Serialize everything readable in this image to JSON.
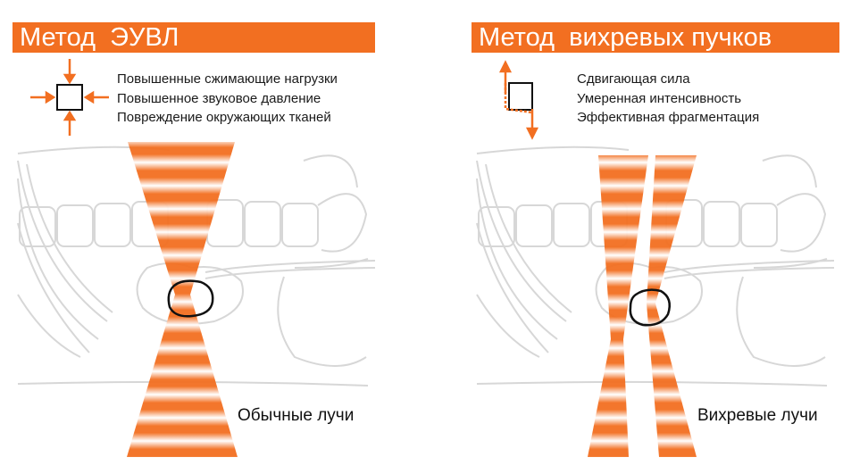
{
  "colors": {
    "accent": "#f26f21",
    "anatomy_stroke": "#d7d7d7",
    "stone": "#111111"
  },
  "left_panel": {
    "title": "Метод  ЭУВЛ",
    "icon": "compression-square-icon",
    "notes": [
      "Повышенные сжимающие нагрузки",
      "Повышенное звуковое давление",
      "Повреждение окружающих тканей"
    ],
    "beam_label": "Обычные лучи"
  },
  "right_panel": {
    "title": "Метод  вихревых пучков",
    "icon": "shear-force-icon",
    "notes": [
      "Сдвигающая сила",
      "Умеренная интенсивность",
      "Эффективная фрагментация"
    ],
    "beam_label": "Вихревые лучи"
  }
}
